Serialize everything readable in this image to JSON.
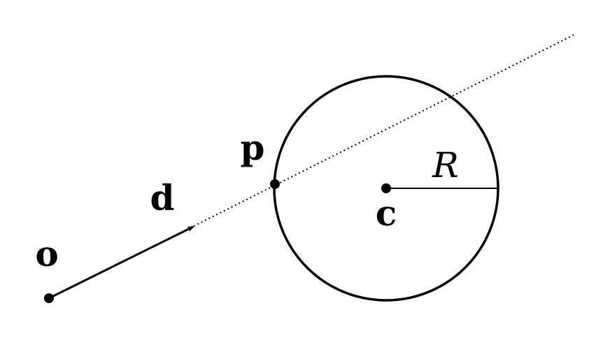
{
  "labels": {
    "origin": "o",
    "direction": "d",
    "intersection": "p",
    "center": "c",
    "radius": "R"
  },
  "colors": {
    "stroke": "#000000",
    "background": "#ffffff"
  }
}
